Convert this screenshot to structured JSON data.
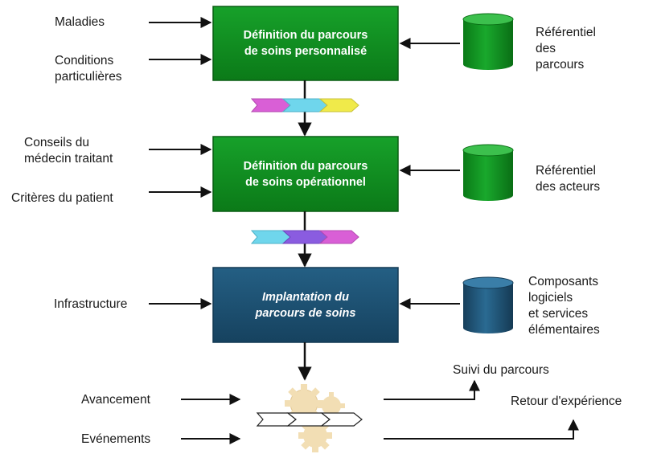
{
  "colors": {
    "green": "#0f8a1e",
    "green_dark": "#0a5e14",
    "navy": "#1d4e6e",
    "navy_dark": "#143a54",
    "magenta": "#d95fd6",
    "cyan": "#6fd6ec",
    "yellow": "#f0ea4a",
    "purple": "#8a5ce0",
    "gear": "#f2deb4",
    "arrow": "#111111"
  },
  "boxes": {
    "box1": "Définition du parcours\nde soins personnalisé",
    "box2": "Définition du parcours\nde soins opérationnel",
    "box3": "Implantation du\nparcours de soins"
  },
  "inputs": {
    "maladies": "Maladies",
    "conditions": "Conditions\nparticulières",
    "conseils": "Conseils du\nmédecin traitant",
    "criteres": "Critères du patient",
    "infrastructure": "Infrastructure",
    "avancement": "Avancement",
    "evenements": "Evénements"
  },
  "repositories": {
    "referentiel_parcours": "Référentiel\ndes\nparcours",
    "referentiel_acteurs": "Référentiel\ndes acteurs",
    "composants": "Composants\nlogiciels\net services\nélémentaires"
  },
  "outputs": {
    "suivi": "Suivi du parcours",
    "retour": "Retour d'expérience"
  }
}
